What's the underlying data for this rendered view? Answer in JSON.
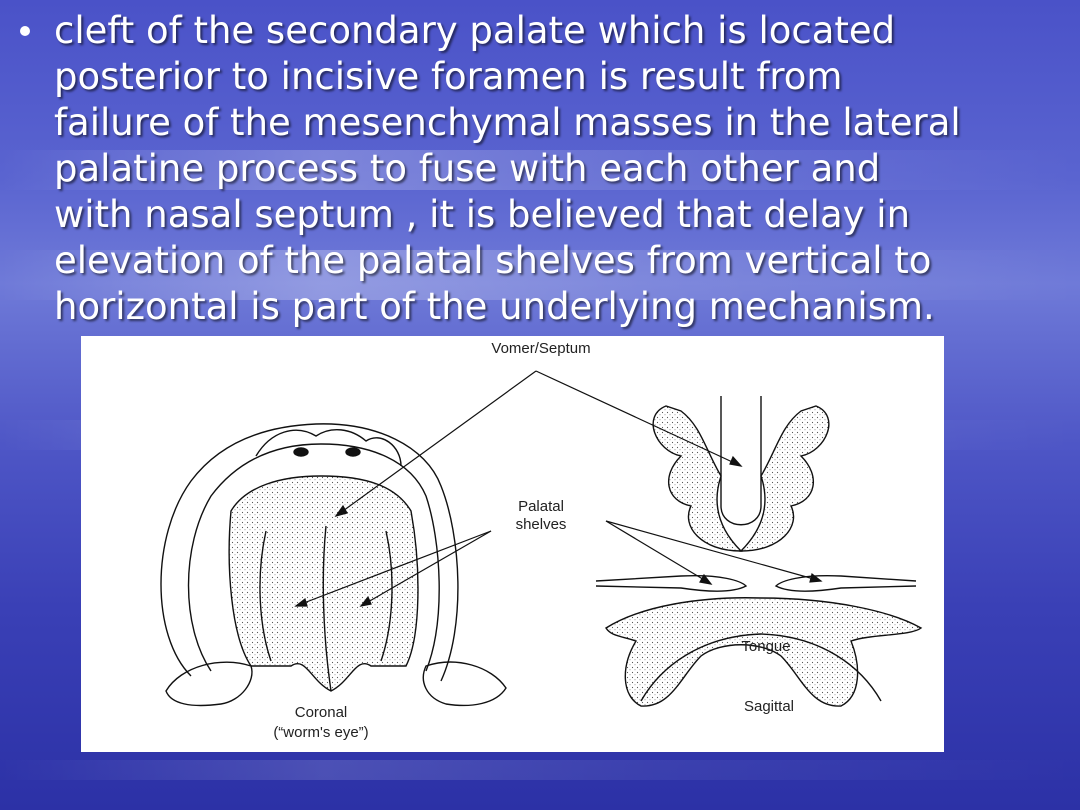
{
  "slide": {
    "bullet_text": "cleft of the secondary palate which is located\nposterior to incisive foramen is result from\nfailure of the mesenchymal masses in the lateral\npalatine process to fuse with each other and\nwith nasal septum , it is believed that delay in\nelevation of the palatal shelves from vertical to\nhorizontal is part of the underlying mechanism."
  },
  "figure": {
    "labels": {
      "vomer_septum": "Vomer/Septum",
      "palatal_shelves": "Palatal\nshelves",
      "tongue": "Tongue",
      "sagittal": "Sagittal",
      "coronal": "Coronal",
      "worms_eye": "(“worm's eye”)"
    }
  },
  "colors": {
    "background_blue": "#4a52c8",
    "text": "#ffffff"
  }
}
